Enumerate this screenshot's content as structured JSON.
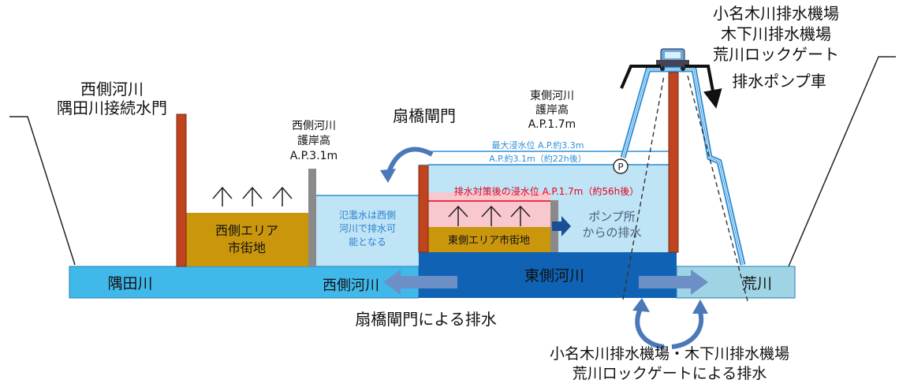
{
  "labels": {
    "west_river_gate": [
      "西側河川",
      "隅田川接続水門"
    ],
    "west_embankment": [
      "西側河川",
      "護岸高",
      "A.P.3.1m"
    ],
    "ogibashi_gate": "扇橋閘門",
    "east_embankment": [
      "東側河川",
      "護岸高",
      "A.P.1.7m"
    ],
    "pumps": [
      "小名木川排水機場",
      "木下川排水機場",
      "荒川ロックゲート",
      "排水ポンプ車"
    ],
    "max_flood_level": "最大浸水位 A.P.約3.3m",
    "flood_level_22h": "A.P.約3.1m（約22h後）",
    "after_measures_level": "排水対策後の浸水位 A.P.1.7m（約56h後）",
    "west_town": [
      "西側エリア",
      "市街地"
    ],
    "east_town": "東側エリア市街地",
    "west_drain_note": [
      "氾濫水は西側",
      "河川で排水可",
      "能となる"
    ],
    "pump_station_drain": [
      "ポンプ所",
      "からの排水"
    ],
    "pump_symbol": "P",
    "sumida_river": "隅田川",
    "west_river": "西側河川",
    "east_river": "東側河川",
    "arakawa": "荒川",
    "ogibashi_drain": "扇橋閘門による排水",
    "bottom_caption": [
      "小名木川排水機場・木下川排水機場",
      "荒川ロックゲートによる排水"
    ]
  },
  "colors": {
    "river": "#41b8ea",
    "east_river": "#0f62b4",
    "flood_water": "#bfe4f5",
    "town": "#c9960c",
    "gate": "#c0451f",
    "red_level": "#e8001c",
    "pink_zone": "#f9c8cf",
    "arrow_blue": "#4a78b8",
    "line_blue": "#2f8fd6"
  }
}
